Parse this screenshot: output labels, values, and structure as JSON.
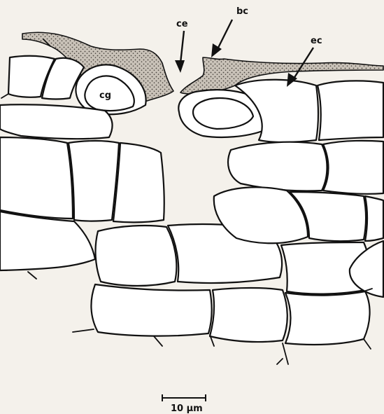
{
  "labels": {
    "ce": "ce",
    "bc": "bc",
    "ec": "ec",
    "cg": "cg"
  },
  "scale_bar": {
    "label": "10 µm"
  }
}
